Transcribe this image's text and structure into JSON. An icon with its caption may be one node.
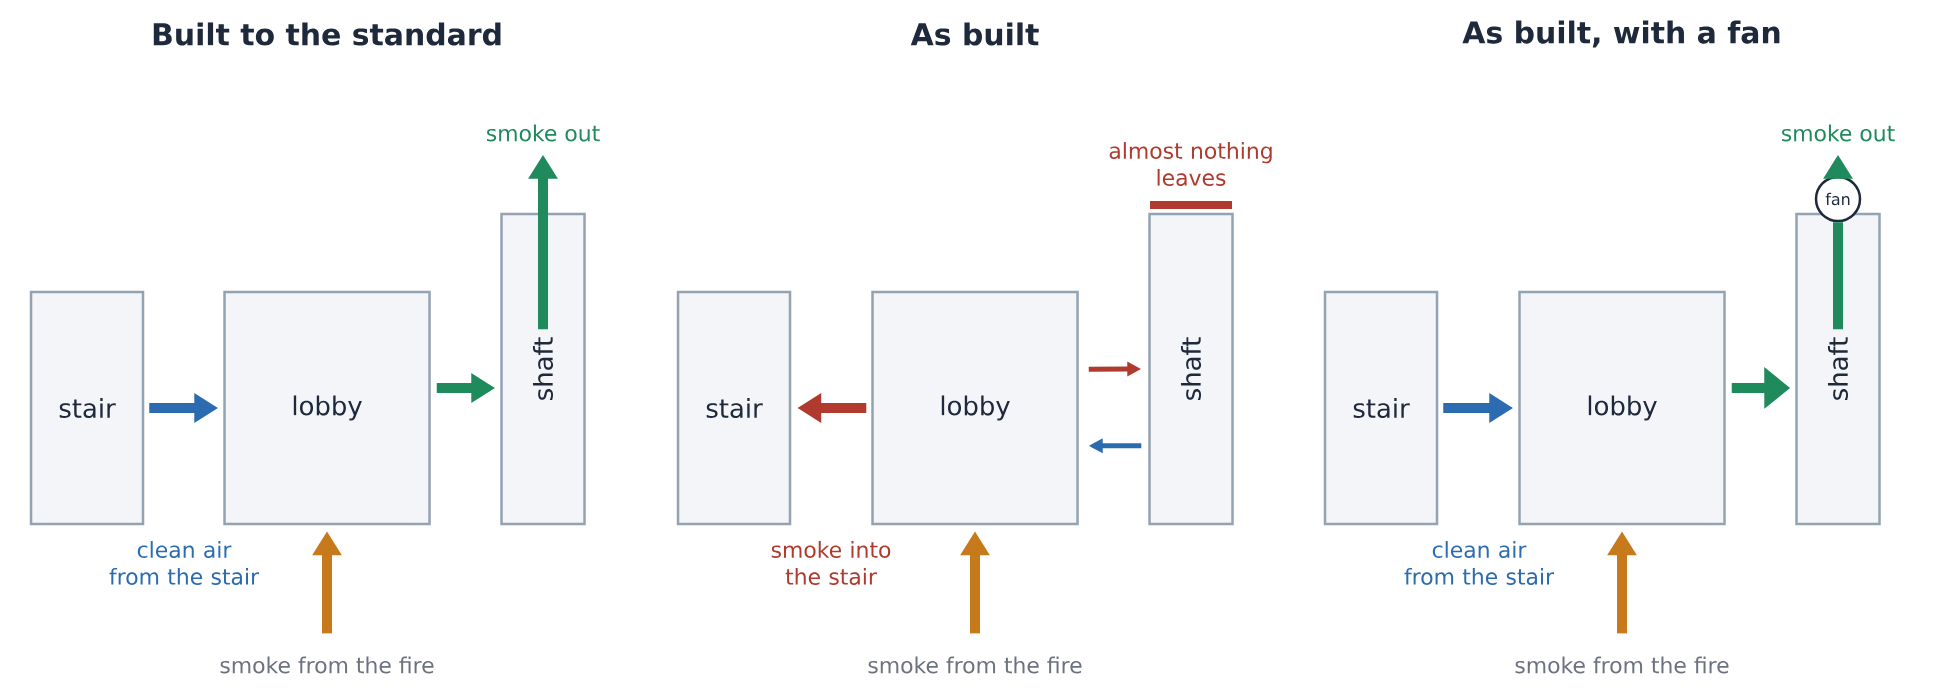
{
  "diagram": {
    "nodes": [
      {
        "text": [
          "stair"
        ]
      },
      {
        "text": [
          "lobby"
        ]
      },
      {
        "text": [
          "shaft"
        ]
      },
      {
        "text": [
          "smoke out"
        ]
      },
      {
        "text": [
          "smoke from the fire"
        ]
      },
      {
        "text": [
          "stair"
        ]
      },
      {
        "text": [
          "lobby"
        ]
      },
      {
        "text": [
          "shaft"
        ]
      },
      {
        "text": [
          "smoke from the fire"
        ]
      },
      {
        "text": [
          "stair"
        ]
      },
      {
        "text": [
          "lobby"
        ]
      },
      {
        "text": [
          "shaft"
        ]
      },
      {
        "text": [
          "fan"
        ]
      },
      {
        "text": [
          "smoke out"
        ]
      },
      {
        "text": [
          "smoke from the fire"
        ]
      }
    ],
    "edges": [
      {
        "from": 0,
        "to": 1,
        "arrow": "to",
        "color": "#2b6cb0"
      },
      {
        "from": 4,
        "to": 1,
        "arrow": "to",
        "color": "#c67a1c"
      },
      {
        "from": 1,
        "to": 2,
        "arrow": "to",
        "color": "#1f8a5b"
      },
      {
        "from": 2,
        "to": 3,
        "arrow": "to",
        "color": "#1f8a5b"
      },
      {
        "from": 6,
        "to": 5,
        "arrow": "to",
        "color": "#b03a2e"
      },
      {
        "from": 8,
        "to": 6,
        "arrow": "to",
        "color": "#c67a1c"
      },
      {
        "from": 6,
        "to": 7,
        "arrow": "to",
        "color": "#b03a2e"
      },
      {
        "from": 7,
        "to": 6,
        "arrow": "to",
        "color": "#2b6cb0"
      },
      {
        "from": 9,
        "to": 10,
        "arrow": "to",
        "color": "#2b6cb0"
      },
      {
        "from": 14,
        "to": 10,
        "arrow": "to",
        "color": "#c67a1c"
      },
      {
        "from": 10,
        "to": 11,
        "arrow": "to",
        "color": "#1f8a5b"
      },
      {
        "from": 11,
        "to": 12,
        "arrow": "none",
        "color": "#1f8a5b"
      },
      {
        "from": 12,
        "to": 13,
        "arrow": "to",
        "color": "#1f8a5b"
      }
    ],
    "labels": [
      "Built to the standard",
      "As built",
      "As built, with a fan",
      "almost nothing leaves",
      "clean air from the stair",
      "smoke into the stair",
      "clean air from the stair"
    ]
  }
}
